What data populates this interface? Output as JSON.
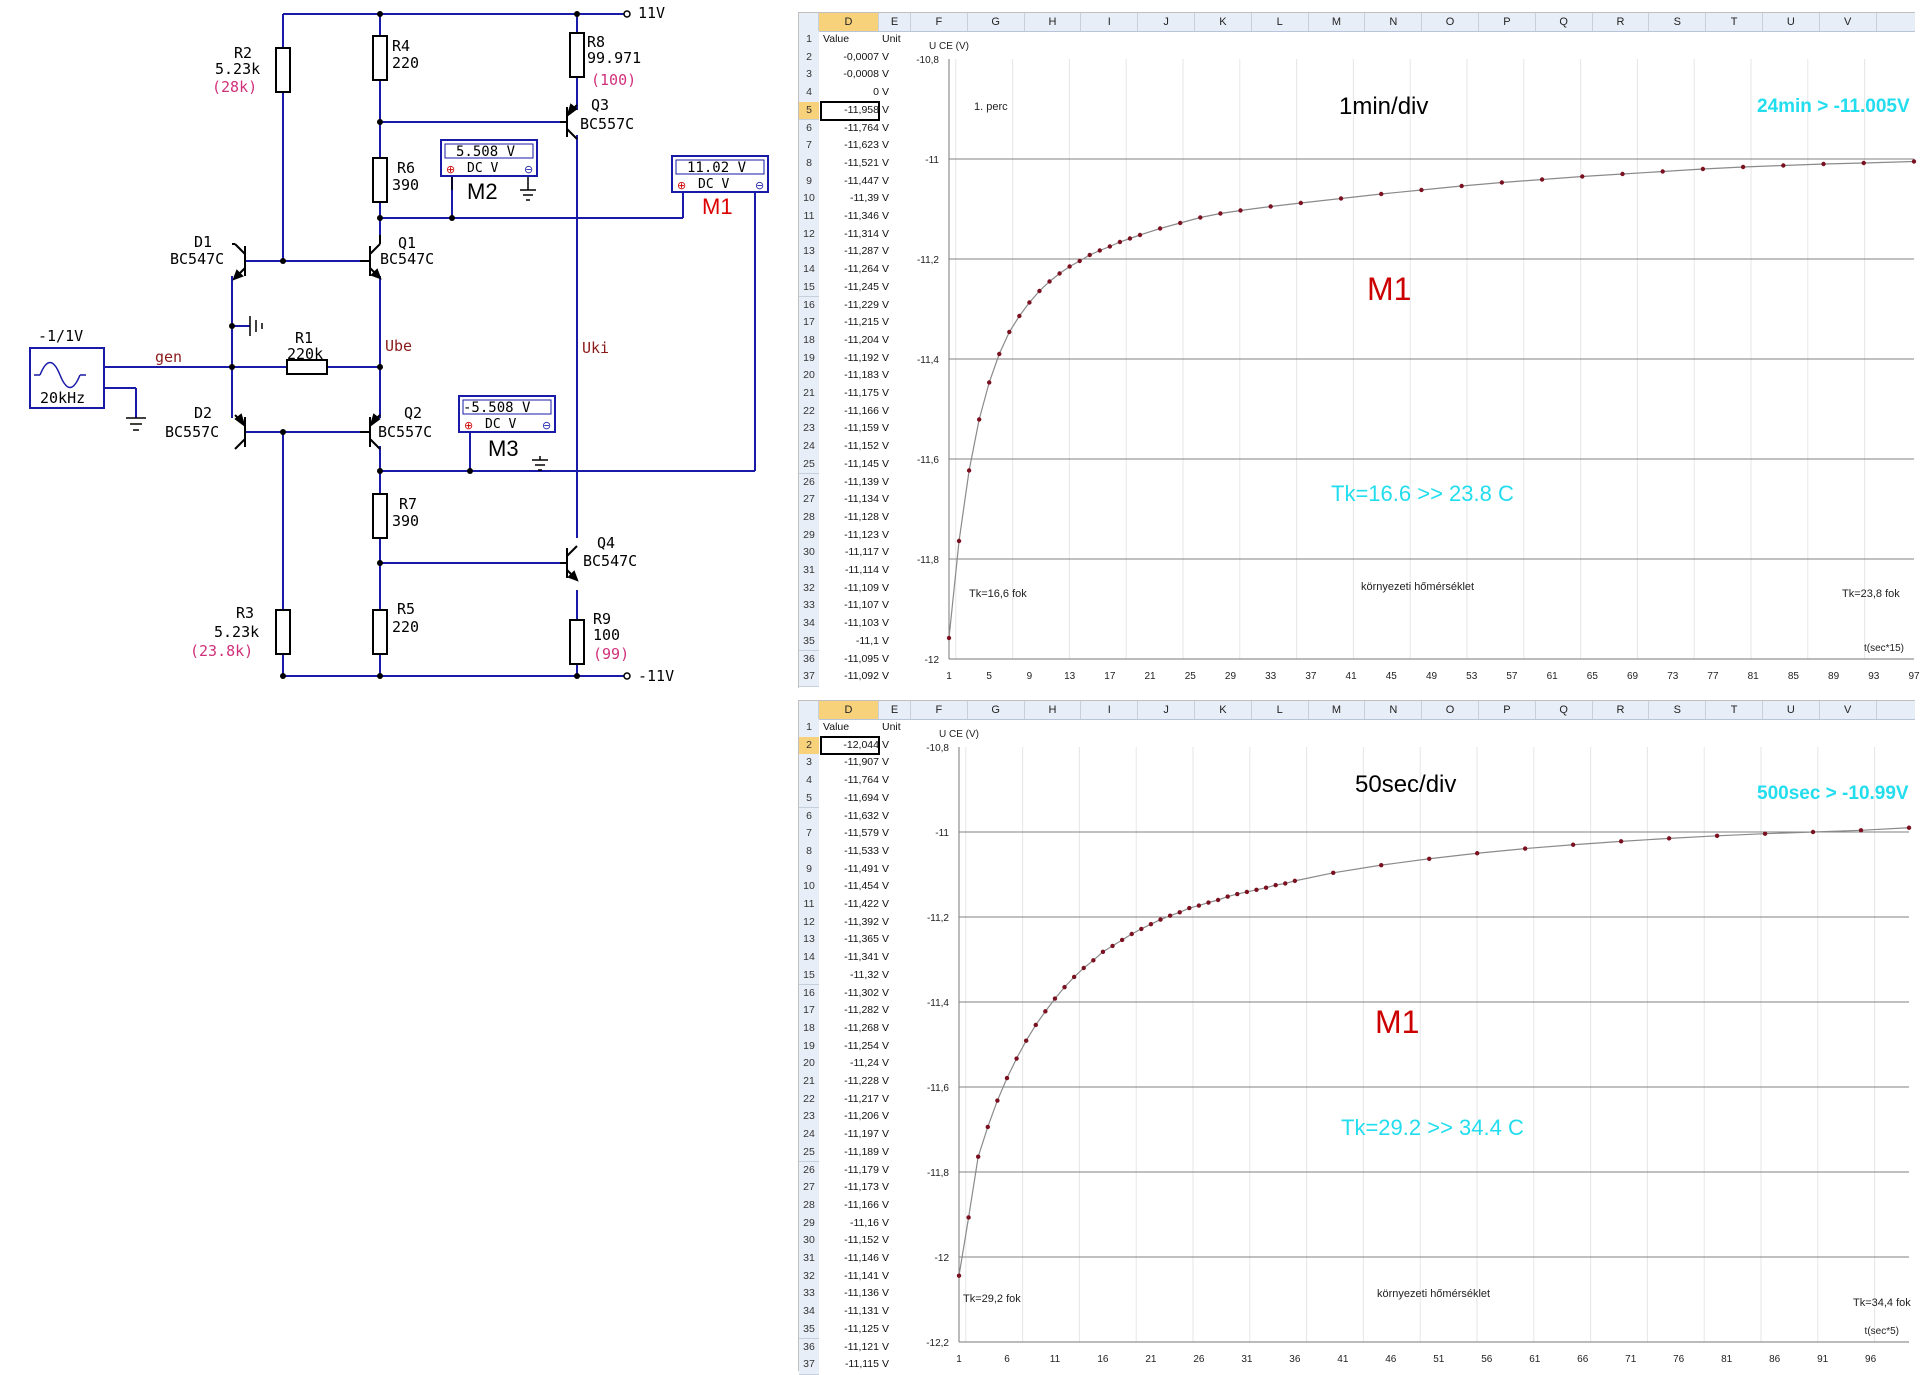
{
  "schematic": {
    "rails": {
      "pos": "11V",
      "neg": "-11V"
    },
    "parts": {
      "R2": {
        "name": "R2",
        "value": "5.23k",
        "note": "(28k)"
      },
      "R4": {
        "name": "R4",
        "value": "220"
      },
      "R8": {
        "name": "R8",
        "value": "99.971",
        "note": "(100)"
      },
      "Q3": {
        "name": "Q3",
        "type": "BC557C"
      },
      "R6": {
        "name": "R6",
        "value": "390"
      },
      "D1": {
        "name": "D1",
        "type": "BC547C"
      },
      "Q1": {
        "name": "Q1",
        "type": "BC547C"
      },
      "R1": {
        "name": "R1",
        "value": "220k"
      },
      "D2": {
        "name": "D2",
        "type": "BC557C"
      },
      "Q2": {
        "name": "Q2",
        "type": "BC557C"
      },
      "R7": {
        "name": "R7",
        "value": "390"
      },
      "Q4": {
        "name": "Q4",
        "type": "BC547C"
      },
      "R3": {
        "name": "R3",
        "value": "5.23k",
        "note": "(23.8k)"
      },
      "R5": {
        "name": "R5",
        "value": "220"
      },
      "R9": {
        "name": "R9",
        "value": "100",
        "note": "(99)"
      }
    },
    "nets": {
      "gen": "gen",
      "ube": "Ube",
      "uki": "Uki"
    },
    "generator": {
      "amplitude": "-1/1V",
      "freq": "20kHz"
    },
    "meters": {
      "M1": {
        "label": "M1",
        "value": "11.02 V",
        "mode": "DC  V"
      },
      "M2": {
        "label": "M2",
        "value": "5.508 V",
        "mode": "DC  V"
      },
      "M3": {
        "label": "M3",
        "value": "-5.508 V",
        "mode": "DC  V"
      }
    },
    "colors": {
      "wire": "#1a1aa8",
      "component": "#000000",
      "note": "#d0307a",
      "label": "#8a1a1a",
      "m1": "#dd0000"
    }
  },
  "sheet_top": {
    "col_headers": [
      "D",
      "E",
      "F",
      "G",
      "H",
      "I",
      "J",
      "K",
      "L",
      "M",
      "N",
      "O",
      "P",
      "Q",
      "R",
      "S",
      "T",
      "U",
      "V"
    ],
    "selected_col": "D",
    "header_row": {
      "value": "Value",
      "unit": "Unit"
    },
    "rows": [
      {
        "n": "2",
        "v": "-0,0007",
        "u": "V"
      },
      {
        "n": "3",
        "v": "-0,0008",
        "u": "V"
      },
      {
        "n": "4",
        "v": "0",
        "u": "V"
      },
      {
        "n": "5",
        "v": "-11,958",
        "u": "V",
        "sel": true
      },
      {
        "n": "6",
        "v": "-11,764",
        "u": "V"
      },
      {
        "n": "7",
        "v": "-11,623",
        "u": "V"
      },
      {
        "n": "8",
        "v": "-11,521",
        "u": "V"
      },
      {
        "n": "9",
        "v": "-11,447",
        "u": "V"
      },
      {
        "n": "10",
        "v": "-11,39",
        "u": "V"
      },
      {
        "n": "11",
        "v": "-11,346",
        "u": "V"
      },
      {
        "n": "12",
        "v": "-11,314",
        "u": "V"
      },
      {
        "n": "13",
        "v": "-11,287",
        "u": "V"
      },
      {
        "n": "14",
        "v": "-11,264",
        "u": "V"
      },
      {
        "n": "15",
        "v": "-11,245",
        "u": "V"
      },
      {
        "n": "16",
        "v": "-11,229",
        "u": "V"
      },
      {
        "n": "17",
        "v": "-11,215",
        "u": "V"
      },
      {
        "n": "18",
        "v": "-11,204",
        "u": "V"
      },
      {
        "n": "19",
        "v": "-11,192",
        "u": "V"
      },
      {
        "n": "20",
        "v": "-11,183",
        "u": "V"
      },
      {
        "n": "21",
        "v": "-11,175",
        "u": "V"
      },
      {
        "n": "22",
        "v": "-11,166",
        "u": "V"
      },
      {
        "n": "23",
        "v": "-11,159",
        "u": "V"
      },
      {
        "n": "24",
        "v": "-11,152",
        "u": "V"
      },
      {
        "n": "25",
        "v": "-11,145",
        "u": "V"
      },
      {
        "n": "26",
        "v": "-11,139",
        "u": "V"
      },
      {
        "n": "27",
        "v": "-11,134",
        "u": "V"
      },
      {
        "n": "28",
        "v": "-11,128",
        "u": "V"
      },
      {
        "n": "29",
        "v": "-11,123",
        "u": "V"
      },
      {
        "n": "30",
        "v": "-11,117",
        "u": "V"
      },
      {
        "n": "31",
        "v": "-11,114",
        "u": "V"
      },
      {
        "n": "32",
        "v": "-11,109",
        "u": "V"
      },
      {
        "n": "33",
        "v": "-11,107",
        "u": "V"
      },
      {
        "n": "34",
        "v": "-11,103",
        "u": "V"
      },
      {
        "n": "35",
        "v": "-11,1",
        "u": "V"
      },
      {
        "n": "36",
        "v": "-11,095",
        "u": "V"
      },
      {
        "n": "37",
        "v": "-11,092",
        "u": "V"
      }
    ],
    "annotations": {
      "perc": "1. perc",
      "div": "1min/div",
      "end": "24min > -11.005V",
      "m1": "M1",
      "tk": "Tk=16.6 >> 23.8 C",
      "tk_start": "Tk=16,6 fok",
      "tk_end": "Tk=23,8 fok",
      "ambient": "környezeti hőmérséklet"
    }
  },
  "sheet_bottom": {
    "col_headers": [
      "D",
      "E",
      "F",
      "G",
      "H",
      "I",
      "J",
      "K",
      "L",
      "M",
      "N",
      "O",
      "P",
      "Q",
      "R",
      "S",
      "T",
      "U",
      "V"
    ],
    "selected_col": "D",
    "header_row": {
      "value": "Value",
      "unit": "Unit"
    },
    "rows": [
      {
        "n": "2",
        "v": "-12,044",
        "u": "V",
        "sel": true
      },
      {
        "n": "3",
        "v": "-11,907",
        "u": "V"
      },
      {
        "n": "4",
        "v": "-11,764",
        "u": "V"
      },
      {
        "n": "5",
        "v": "-11,694",
        "u": "V"
      },
      {
        "n": "6",
        "v": "-11,632",
        "u": "V"
      },
      {
        "n": "7",
        "v": "-11,579",
        "u": "V"
      },
      {
        "n": "8",
        "v": "-11,533",
        "u": "V"
      },
      {
        "n": "9",
        "v": "-11,491",
        "u": "V"
      },
      {
        "n": "10",
        "v": "-11,454",
        "u": "V"
      },
      {
        "n": "11",
        "v": "-11,422",
        "u": "V"
      },
      {
        "n": "12",
        "v": "-11,392",
        "u": "V"
      },
      {
        "n": "13",
        "v": "-11,365",
        "u": "V"
      },
      {
        "n": "14",
        "v": "-11,341",
        "u": "V"
      },
      {
        "n": "15",
        "v": "-11,32",
        "u": "V"
      },
      {
        "n": "16",
        "v": "-11,302",
        "u": "V"
      },
      {
        "n": "17",
        "v": "-11,282",
        "u": "V"
      },
      {
        "n": "18",
        "v": "-11,268",
        "u": "V"
      },
      {
        "n": "19",
        "v": "-11,254",
        "u": "V"
      },
      {
        "n": "20",
        "v": "-11,24",
        "u": "V"
      },
      {
        "n": "21",
        "v": "-11,228",
        "u": "V"
      },
      {
        "n": "22",
        "v": "-11,217",
        "u": "V"
      },
      {
        "n": "23",
        "v": "-11,206",
        "u": "V"
      },
      {
        "n": "24",
        "v": "-11,197",
        "u": "V"
      },
      {
        "n": "25",
        "v": "-11,189",
        "u": "V"
      },
      {
        "n": "26",
        "v": "-11,179",
        "u": "V"
      },
      {
        "n": "27",
        "v": "-11,173",
        "u": "V"
      },
      {
        "n": "28",
        "v": "-11,166",
        "u": "V"
      },
      {
        "n": "29",
        "v": "-11,16",
        "u": "V"
      },
      {
        "n": "30",
        "v": "-11,152",
        "u": "V"
      },
      {
        "n": "31",
        "v": "-11,146",
        "u": "V"
      },
      {
        "n": "32",
        "v": "-11,141",
        "u": "V"
      },
      {
        "n": "33",
        "v": "-11,136",
        "u": "V"
      },
      {
        "n": "34",
        "v": "-11,131",
        "u": "V"
      },
      {
        "n": "35",
        "v": "-11,125",
        "u": "V"
      },
      {
        "n": "36",
        "v": "-11,121",
        "u": "V"
      },
      {
        "n": "37",
        "v": "-11,115",
        "u": "V"
      }
    ],
    "annotations": {
      "div": "50sec/div",
      "end": "500sec > -10.99V",
      "m1": "M1",
      "tk": "Tk=29.2 >> 34.4 C",
      "tk_start": "Tk=29,2 fok",
      "tk_end": "Tk=34,4 fok",
      "ambient": "környezeti hőmérséklet"
    }
  },
  "chart_data": [
    {
      "type": "line",
      "ylabel": "U CE (V)",
      "xlabel": "t(sec*15)",
      "ylim": [
        -12,
        -10.8
      ],
      "yticks": [
        -10.8,
        -11,
        -11.2,
        -11.4,
        -11.6,
        -11.8,
        -12
      ],
      "ytick_labels": [
        "-10,8",
        "-11",
        "-11,2",
        "-11,4",
        "-11,6",
        "-11,8",
        "-12"
      ],
      "xlim": [
        1,
        97
      ],
      "xticks": [
        1,
        5,
        9,
        13,
        17,
        21,
        25,
        29,
        33,
        37,
        41,
        45,
        49,
        53,
        57,
        61,
        65,
        69,
        73,
        77,
        81,
        85,
        89,
        93,
        97
      ],
      "grid": true,
      "series": [
        {
          "marker_color": "#7a1020",
          "x": [
            1,
            2,
            3,
            4,
            5,
            6,
            7,
            8,
            9,
            10,
            11,
            12,
            13,
            14,
            15,
            16,
            17,
            18,
            19,
            20,
            22,
            24,
            26,
            28,
            30,
            33,
            36,
            40,
            44,
            48,
            52,
            56,
            60,
            64,
            68,
            72,
            76,
            80,
            84,
            88,
            92,
            97
          ],
          "y": [
            -11.958,
            -11.764,
            -11.623,
            -11.521,
            -11.447,
            -11.39,
            -11.346,
            -11.314,
            -11.287,
            -11.264,
            -11.245,
            -11.229,
            -11.215,
            -11.204,
            -11.192,
            -11.183,
            -11.175,
            -11.166,
            -11.159,
            -11.152,
            -11.139,
            -11.128,
            -11.117,
            -11.109,
            -11.103,
            -11.095,
            -11.088,
            -11.079,
            -11.07,
            -11.062,
            -11.054,
            -11.047,
            -11.041,
            -11.035,
            -11.03,
            -11.025,
            -11.02,
            -11.016,
            -11.013,
            -11.01,
            -11.008,
            -11.005
          ]
        }
      ]
    },
    {
      "type": "line",
      "ylabel": "U CE (V)",
      "xlabel": "t(sec*5)",
      "ylim": [
        -12.2,
        -10.8
      ],
      "yticks": [
        -10.8,
        -11,
        -11.2,
        -11.4,
        -11.6,
        -11.8,
        -12,
        -12.2
      ],
      "ytick_labels": [
        "-10,8",
        "-11",
        "-11,2",
        "-11,4",
        "-11,6",
        "-11,8",
        "-12",
        "-12,2"
      ],
      "xlim": [
        1,
        100
      ],
      "xticks": [
        1,
        6,
        11,
        16,
        21,
        26,
        31,
        36,
        41,
        46,
        51,
        56,
        61,
        66,
        71,
        76,
        81,
        86,
        91,
        96
      ],
      "grid": true,
      "series": [
        {
          "marker_color": "#7a1020",
          "x": [
            1,
            2,
            3,
            4,
            5,
            6,
            7,
            8,
            9,
            10,
            11,
            12,
            13,
            14,
            15,
            16,
            17,
            18,
            19,
            20,
            21,
            22,
            23,
            24,
            25,
            26,
            27,
            28,
            29,
            30,
            31,
            32,
            33,
            34,
            35,
            36,
            40,
            45,
            50,
            55,
            60,
            65,
            70,
            75,
            80,
            85,
            90,
            95,
            100
          ],
          "y": [
            -12.044,
            -11.907,
            -11.764,
            -11.694,
            -11.632,
            -11.579,
            -11.533,
            -11.491,
            -11.454,
            -11.422,
            -11.392,
            -11.365,
            -11.341,
            -11.32,
            -11.302,
            -11.282,
            -11.268,
            -11.254,
            -11.24,
            -11.228,
            -11.217,
            -11.206,
            -11.197,
            -11.189,
            -11.179,
            -11.173,
            -11.166,
            -11.16,
            -11.152,
            -11.146,
            -11.141,
            -11.136,
            -11.131,
            -11.125,
            -11.121,
            -11.115,
            -11.096,
            -11.078,
            -11.063,
            -11.05,
            -11.039,
            -11.03,
            -11.022,
            -11.015,
            -11.009,
            -11.004,
            -11,
            -10.996,
            -10.99
          ]
        }
      ]
    }
  ]
}
